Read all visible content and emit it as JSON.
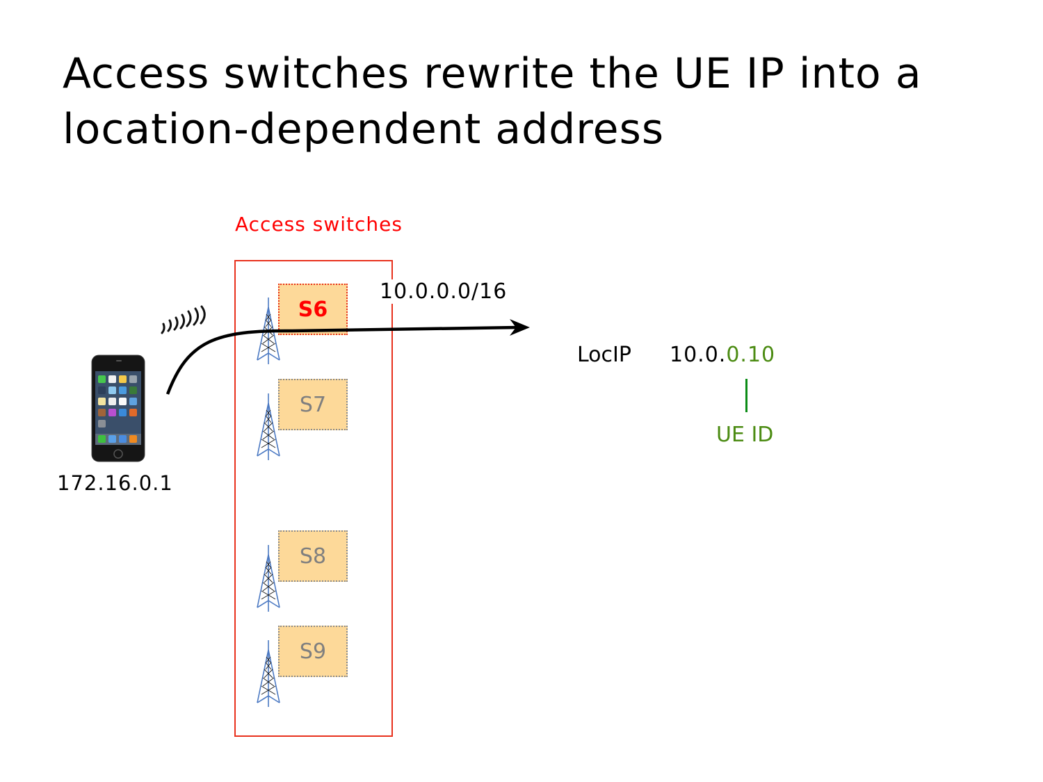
{
  "slide": {
    "title": "Access switches rewrite the UE IP into a location-dependent address"
  },
  "access_group": {
    "label": "Access switches",
    "color": "#ff0000",
    "switches": [
      {
        "id": "S6",
        "active": true
      },
      {
        "id": "S7",
        "active": false
      },
      {
        "id": "S8",
        "active": false
      },
      {
        "id": "S9",
        "active": false
      }
    ]
  },
  "phone": {
    "icon": "smartphone-icon",
    "ip": "172.16.0.1"
  },
  "path": {
    "prefix_label": "10.0.0.0/16"
  },
  "locip": {
    "label": "LocIP",
    "value_prefix": "10.0.",
    "value_ueid": "0.10",
    "ueid_label": "UE ID",
    "ueid_color": "#4b8b12"
  }
}
